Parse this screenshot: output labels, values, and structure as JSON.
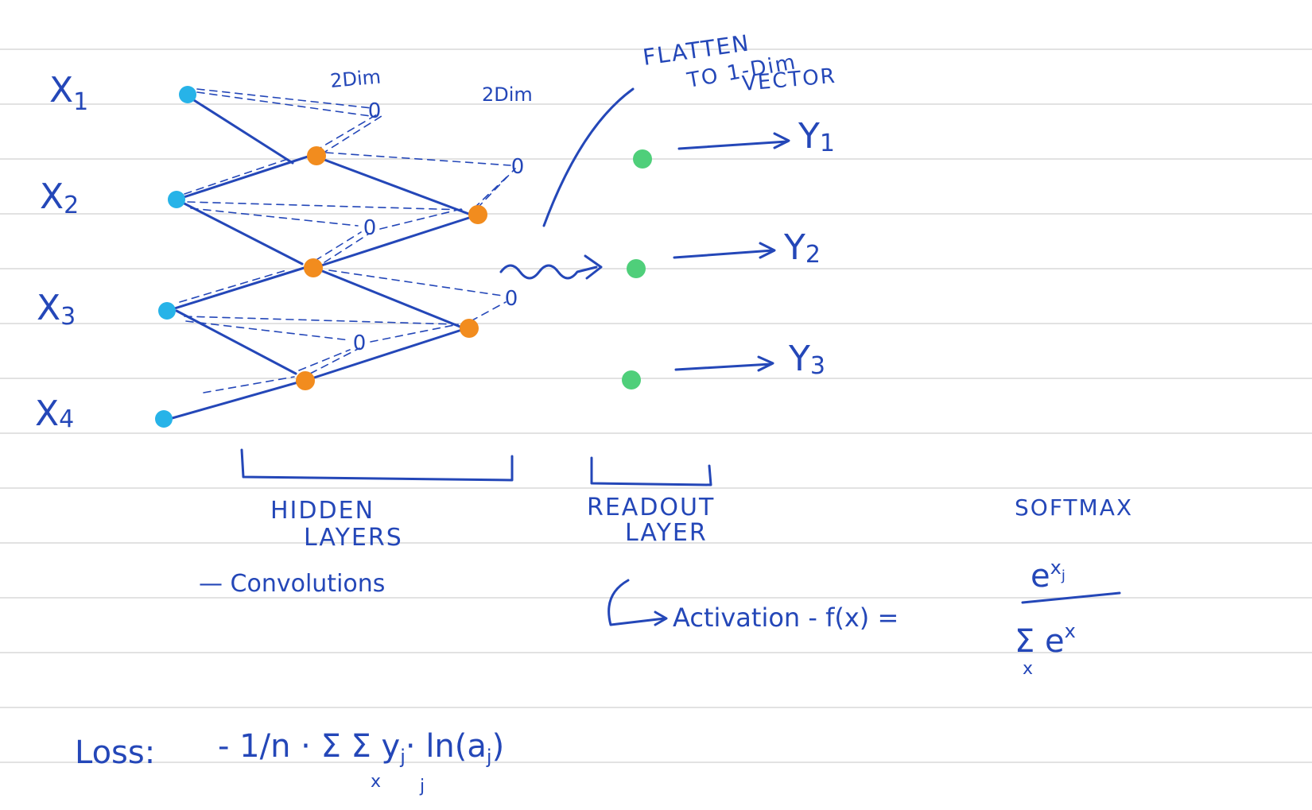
{
  "colors": {
    "ink": "#2447b8",
    "input_node": "#27b3e8",
    "hidden_node": "#f28c1e",
    "output_node": "#4fcf7a",
    "paper_line": "#d8d8d8"
  },
  "inputs": {
    "x1": "X",
    "x1_sub": "1",
    "x2": "X",
    "x2_sub": "2",
    "x3": "X",
    "x3_sub": "3",
    "x4": "X",
    "x4_sub": "4"
  },
  "outputs": {
    "y1": "Y",
    "y1_sub": "1",
    "y2": "Y",
    "y2_sub": "2",
    "y3": "Y",
    "y3_sub": "3"
  },
  "annotations": {
    "dim_label_1": "2Dim",
    "dim_label_2": "2Dim",
    "zero_node": "0",
    "flatten_line1": "FLATTEN",
    "flatten_line2": "TO 1-Dim",
    "flatten_line3": "VECTOR"
  },
  "brackets": {
    "hidden_line1": "HIDDEN",
    "hidden_line2": "LAYERS",
    "readout_line1": "READOUT",
    "readout_line2": "LAYER",
    "softmax": "SOFTMAX",
    "convolutions": "— Convolutions"
  },
  "formulas": {
    "activation": "Activation - f(x) =",
    "numerator_base": "e",
    "numerator_exp": "x",
    "numerator_exp_sub": "j",
    "denominator": "Σ e",
    "denominator_exp": "x",
    "denominator_sub": "x",
    "loss_label": "Loss:",
    "loss_expr": "- 1/n · Σ Σ y",
    "loss_y_sub": "j",
    "loss_tail": "· ln(a",
    "loss_a_sub": "j",
    "loss_close": ")",
    "loss_sum1_sub": "x",
    "loss_sum2_sub": "j"
  }
}
